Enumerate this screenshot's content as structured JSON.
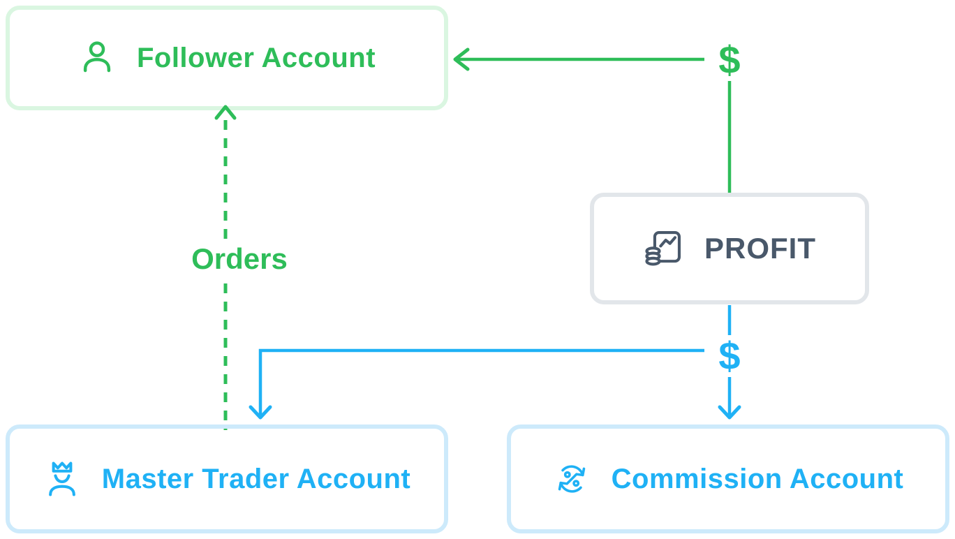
{
  "diagram": {
    "nodes": {
      "follower": {
        "label": "Follower Account",
        "icon": "user-icon",
        "color": "#2ebd59",
        "border_color": "#daf6e1"
      },
      "profit": {
        "label": "PROFIT",
        "icon": "coins-report-icon",
        "color": "#49586a",
        "border_color": "#e2e6ea"
      },
      "master": {
        "label": "Master Trader Account",
        "icon": "master-trader-crown-icon",
        "color": "#1fb1f5",
        "border_color": "#cdeafb"
      },
      "commission": {
        "label": "Commission Account",
        "icon": "commission-percent-icon",
        "color": "#1fb1f5",
        "border_color": "#cdeafb"
      }
    },
    "edges": {
      "orders": {
        "label": "Orders",
        "from": "master",
        "to": "follower",
        "style": "dashed",
        "color": "#2ebd59"
      },
      "profit_to_follower": {
        "label": "$",
        "from": "profit",
        "to": "follower",
        "style": "solid",
        "color": "#2ebd59"
      },
      "profit_split": {
        "label": "$",
        "from": "profit",
        "to": "master, commission",
        "style": "solid",
        "color": "#1fb1f5"
      }
    },
    "colors": {
      "green": "#2ebd59",
      "green_light": "#daf6e1",
      "blue": "#1fb1f5",
      "blue_light": "#cdeafb",
      "slate": "#49586a",
      "gray_light": "#e2e6ea"
    }
  }
}
